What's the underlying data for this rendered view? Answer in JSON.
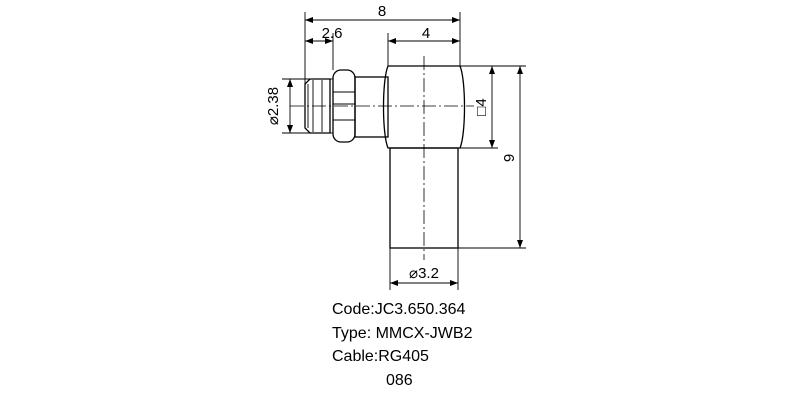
{
  "dimensions": {
    "overall_length": "8",
    "plug_length": "2.6",
    "body_width": "4",
    "plug_diameter": "⌀2.38",
    "body_square": "□4",
    "total_height": "9",
    "cable_diameter": "⌀3.2"
  },
  "caption": {
    "code": "Code:JC3.650.364",
    "type": "Type: MMCX-JWB2",
    "cable": "Cable:RG405",
    "number": "086"
  }
}
